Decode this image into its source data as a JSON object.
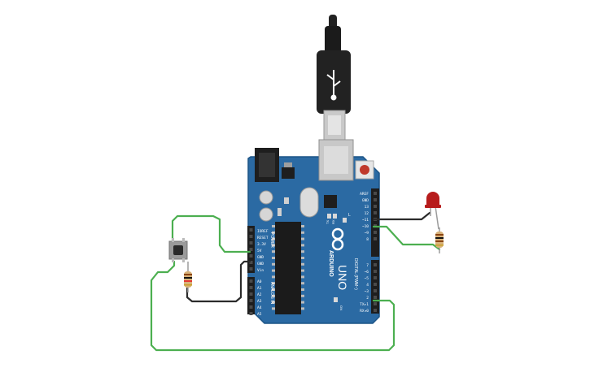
{
  "board": {
    "brand": "ARDUINO",
    "model": "UNO",
    "on_label": "ON",
    "tx_label": "TX",
    "rx_label": "RX",
    "l_label": "L",
    "power_header_title": "POWER",
    "analog_header_title": "ANALOG IN",
    "digital_header_title": "DIGITAL (PWM~)",
    "power_pins": [
      "IOREF",
      "RESET",
      "3.3V",
      "5V",
      "GND",
      "GND",
      "Vin"
    ],
    "analog_pins": [
      "A0",
      "A1",
      "A2",
      "A3",
      "A4",
      "A5"
    ],
    "digital_pins_top": [
      "AREF",
      "GND",
      "13",
      "12",
      "~11",
      "~10",
      "~9",
      "8"
    ],
    "digital_pins_bottom": [
      "7",
      "~6",
      "~5",
      "4",
      "~3",
      "2",
      "TX▸1",
      "RX◂0"
    ]
  },
  "colors": {
    "board": "#2b6aa3",
    "board_edge": "#1d5587",
    "wire_green": "#4caf50",
    "wire_dark": "#2b2b2b",
    "led": "#b71c1c",
    "resistor": "#d8b27a"
  }
}
